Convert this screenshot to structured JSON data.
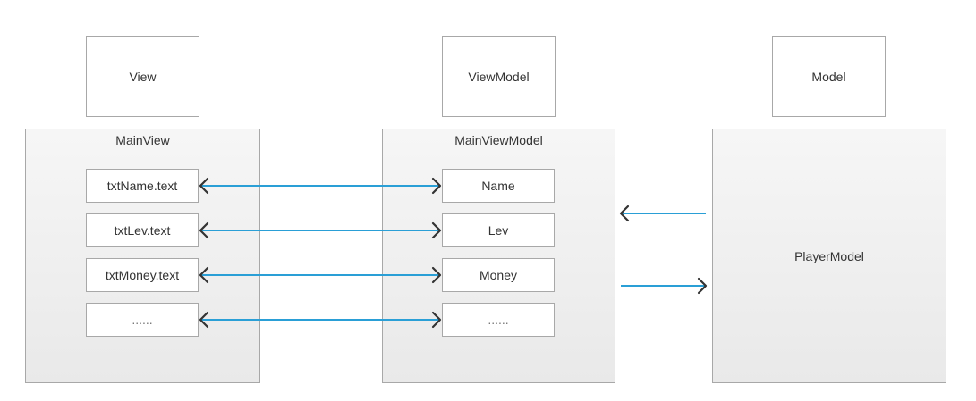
{
  "layers": {
    "view": "View",
    "viewmodel": "ViewModel",
    "model": "Model"
  },
  "main_view": {
    "title": "MainView",
    "fields": [
      "txtName.text",
      "txtLev.text",
      "txtMoney.text",
      "......"
    ]
  },
  "main_view_model": {
    "title": "MainViewModel",
    "fields": [
      "Name",
      "Lev",
      "Money",
      "......"
    ]
  },
  "player_model": {
    "title": "PlayerModel"
  },
  "colors": {
    "binding_line": "#2a9fd6",
    "arrow_head": "#333333",
    "border": "#a8a8a8"
  }
}
